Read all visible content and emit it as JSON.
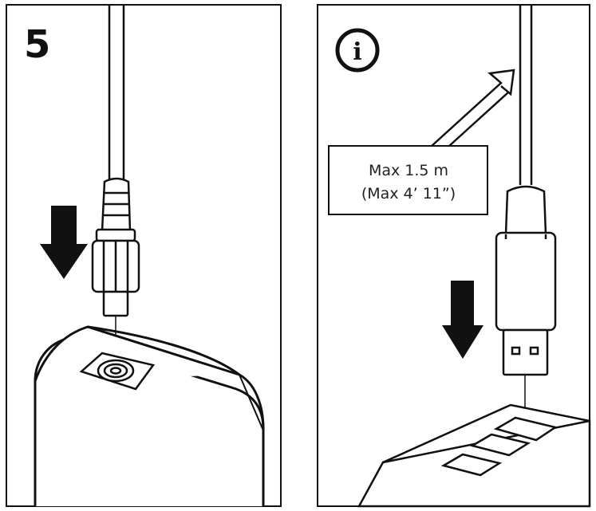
{
  "panel_left": {
    "step_number": "5"
  },
  "panel_right": {
    "info_symbol": "i",
    "length_label_metric": "Max 1.5 m",
    "length_label_imperial": "(Max 4’ 11”)"
  },
  "colors": {
    "stroke": "#111111",
    "fill": "#ffffff"
  },
  "icons": [
    "down-arrow-icon",
    "info-icon",
    "diagonal-arrow-icon"
  ]
}
